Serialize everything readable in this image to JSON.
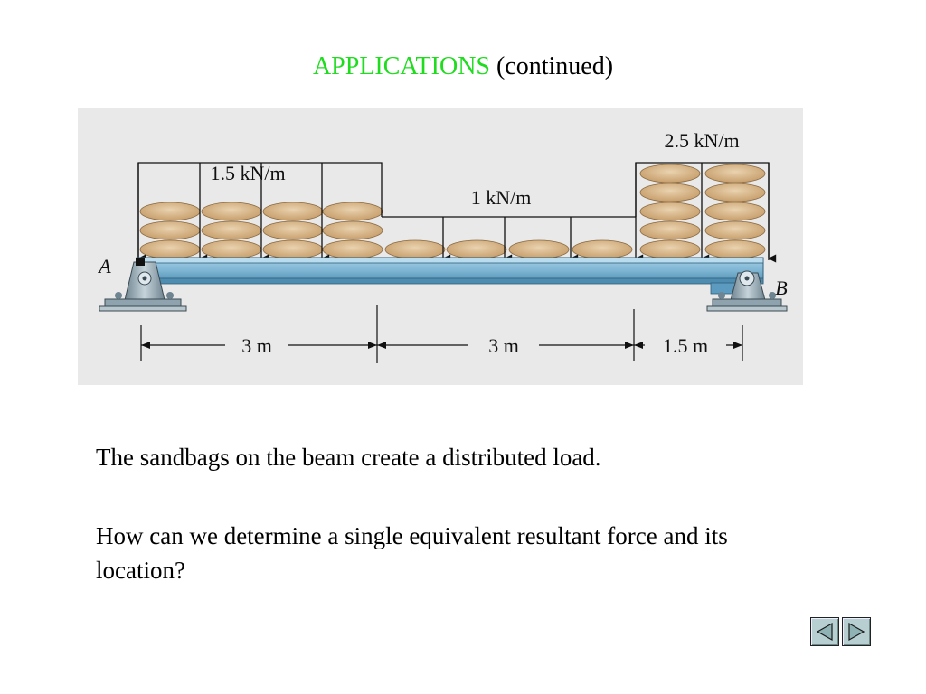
{
  "slide": {
    "title_keyword": "APPLICATIONS",
    "title_rest": "(continued)",
    "paragraph1": "The sandbags on the beam create a distributed load.",
    "paragraph2": "How can we determine a single equivalent resultant force and its location?"
  },
  "figure": {
    "loads": [
      {
        "label": "1.5 kN/m",
        "length": "3 m"
      },
      {
        "label": "1 kN/m",
        "length": "3 m"
      },
      {
        "label": "2.5 kN/m",
        "length": "1.5 m"
      }
    ],
    "support_left": "A",
    "support_right": "B",
    "colors": {
      "background": "#e9e9e9",
      "beam": "#7fb6d4",
      "beam_dark": "#4e8cb0",
      "sandbag": "#d9b98c",
      "title_green": "#1fdc1f"
    }
  },
  "navigation": {
    "prev_icon": "triangle-left-icon",
    "next_icon": "triangle-right-icon"
  }
}
